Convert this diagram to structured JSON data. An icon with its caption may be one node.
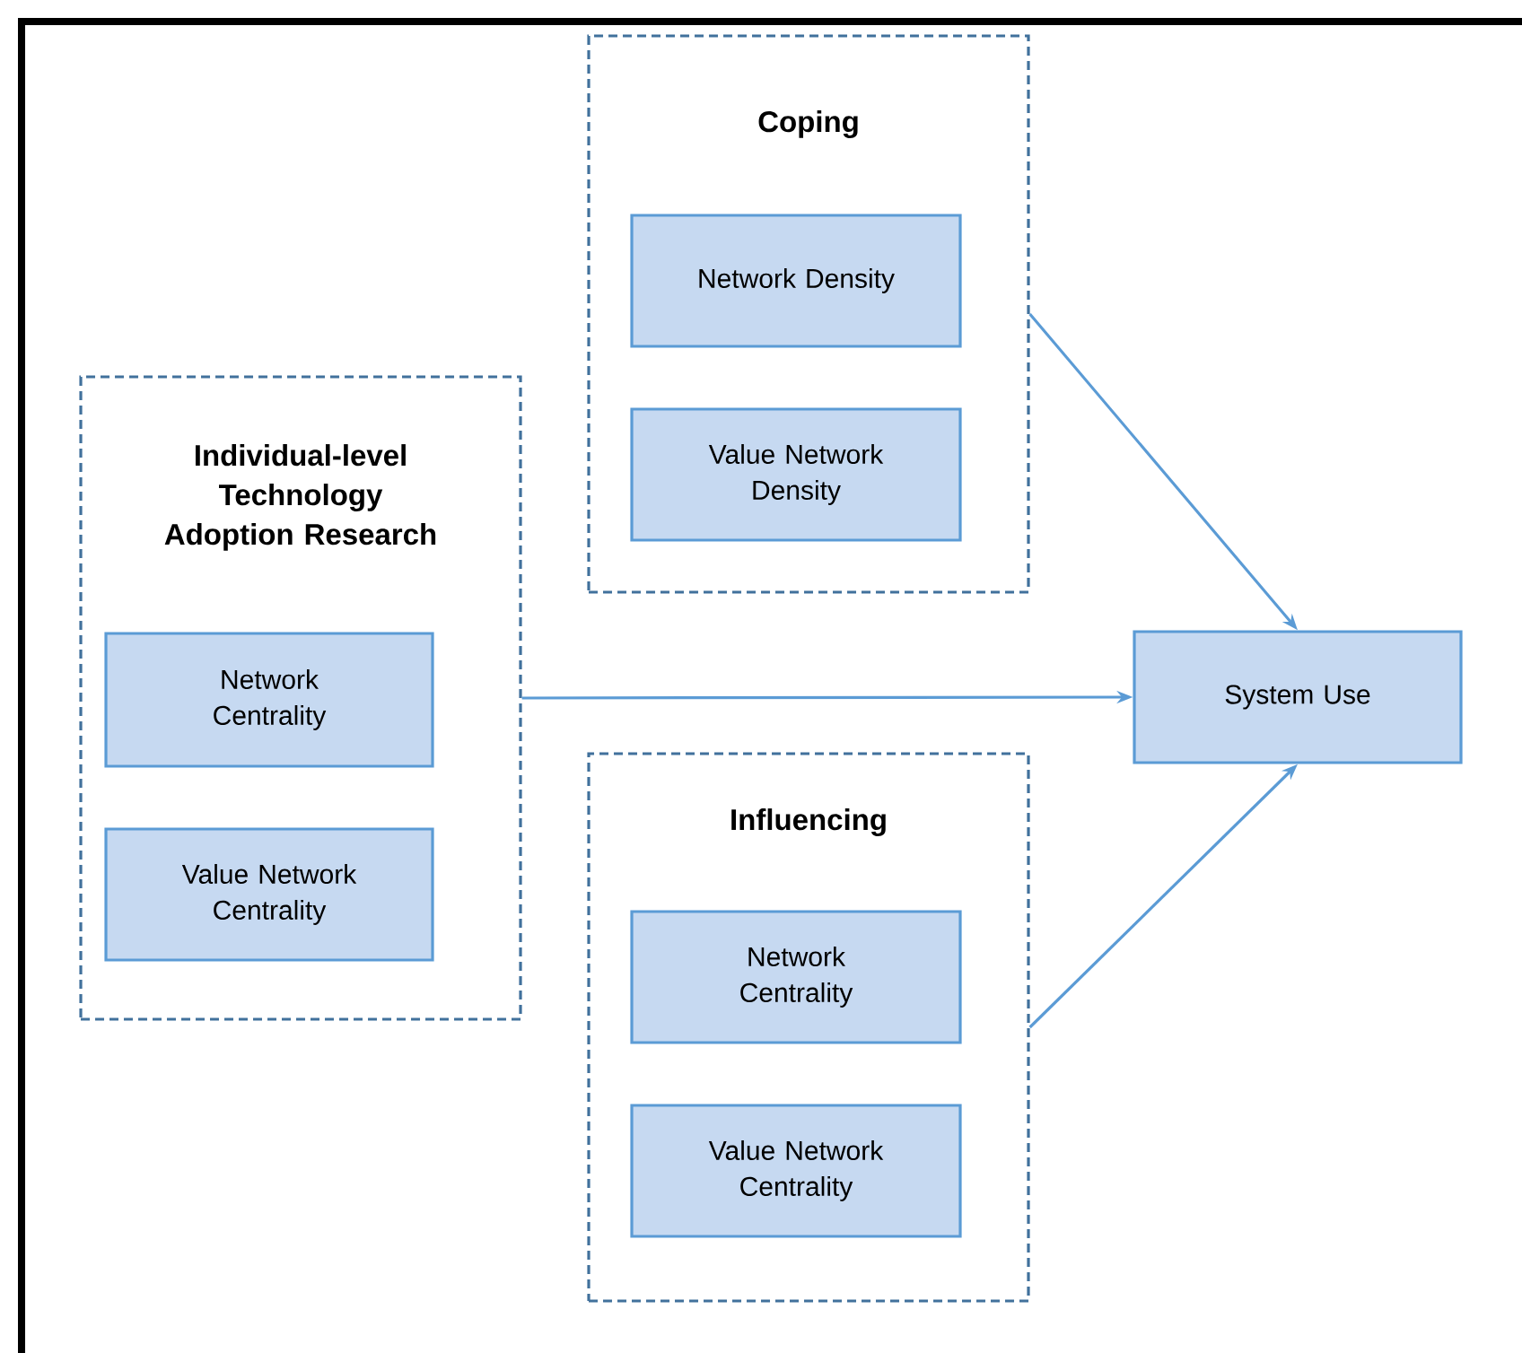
{
  "diagram": {
    "nodes": [
      {
        "text": [
          "Coping"
        ]
      },
      {
        "text": [
          "Network Density"
        ],
        "in": 0
      },
      {
        "text": [
          "Value Network Density"
        ],
        "in": 0
      },
      {
        "text": [
          "Individual-level Technology Adoption Research"
        ]
      },
      {
        "text": [
          "Network Centrality"
        ],
        "in": 3
      },
      {
        "text": [
          "Value Network Centrality"
        ],
        "in": 3
      },
      {
        "text": [
          "System Use"
        ]
      },
      {
        "text": [
          "Influencing"
        ]
      },
      {
        "text": [
          "Network Centrality"
        ],
        "in": 7
      },
      {
        "text": [
          "Value Network Centrality"
        ],
        "in": 7
      }
    ],
    "edges": [
      {
        "from": 0,
        "to": 6,
        "arrow": "to"
      },
      {
        "from": 3,
        "to": 6,
        "arrow": "to"
      },
      {
        "from": 7,
        "to": 6,
        "arrow": "to"
      }
    ]
  }
}
